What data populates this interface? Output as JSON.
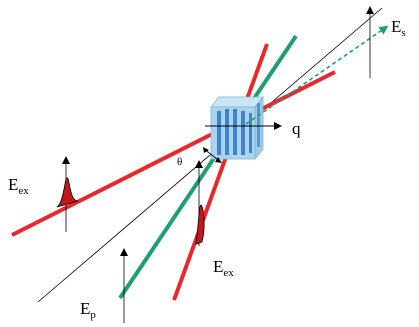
{
  "labels": {
    "e_ex_left": {
      "main": "E",
      "sub": "ex"
    },
    "e_ex_bottom": {
      "main": "E",
      "sub": "ex"
    },
    "e_p": {
      "main": "E",
      "sub": "p"
    },
    "e_s": {
      "main": "E",
      "sub": "s"
    },
    "q": "q",
    "theta": "θ"
  },
  "colors": {
    "excitation_beam": "#e8282b",
    "probe_beam": "#1f9e72",
    "signal_arrow": "#1f9e72",
    "reference_line": "#000000",
    "sample_face": "#a9d6ee",
    "sample_grating": "#2f73c9",
    "pulse_fill": "#c2181c"
  }
}
